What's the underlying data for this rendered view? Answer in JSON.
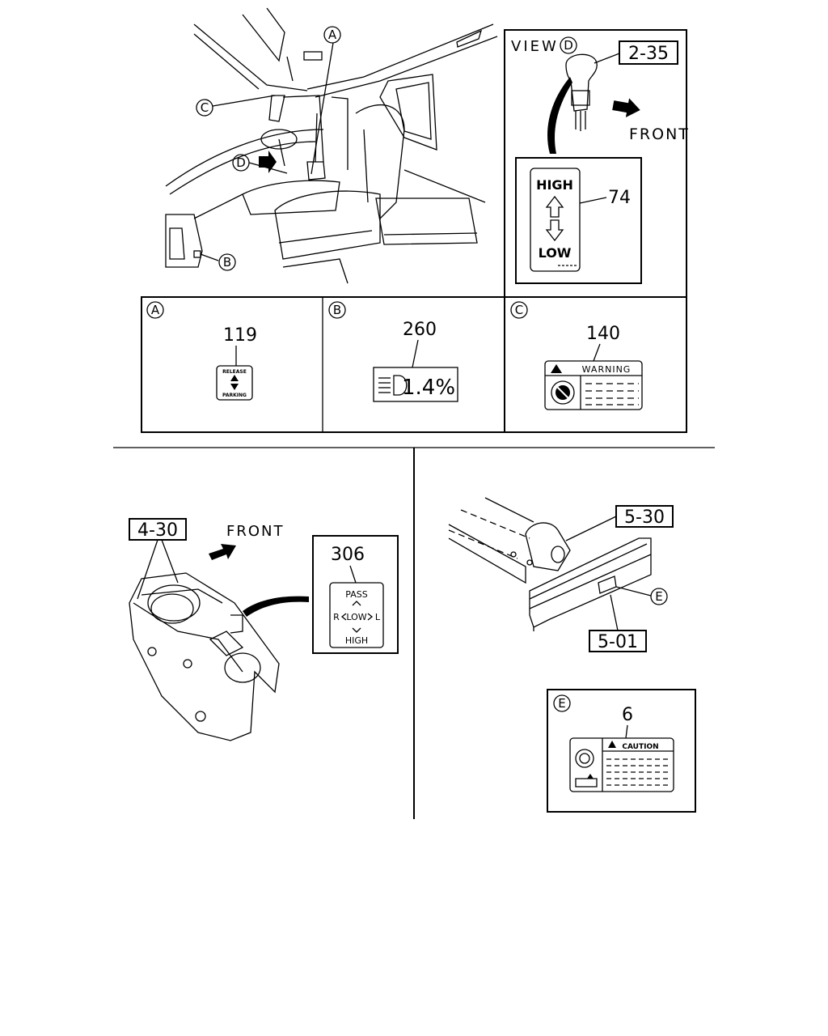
{
  "view_d": {
    "title": "VIEW",
    "letter": "D",
    "ref_number": "2-35",
    "direction_label": "FRONT",
    "callout_number": "74",
    "label_text": {
      "top": "HIGH",
      "bottom": "LOW"
    }
  },
  "overview": {
    "markers": [
      "A",
      "B",
      "C",
      "D"
    ]
  },
  "detail_panels": [
    {
      "letter": "A",
      "callout_number": "119",
      "label_text": {
        "top": "RELEASE",
        "bottom": "PARKING"
      }
    },
    {
      "letter": "B",
      "callout_number": "260",
      "label_text": {
        "value": "1.4%"
      }
    },
    {
      "letter": "C",
      "callout_number": "140",
      "label_text": {
        "heading": "WARNING"
      }
    }
  ],
  "lower_left": {
    "ref_number": "4-30",
    "direction_label": "FRONT",
    "callout_number": "306",
    "label_text": {
      "top": "PASS",
      "left": "R",
      "center": "LOW",
      "right": "L",
      "bottom": "HIGH"
    }
  },
  "lower_right": {
    "ref_number_top": "5-30",
    "ref_number_bottom": "5-01",
    "marker": "E",
    "detail": {
      "letter": "E",
      "callout_number": "6",
      "label_text": {
        "heading": "CAUTION"
      }
    }
  }
}
